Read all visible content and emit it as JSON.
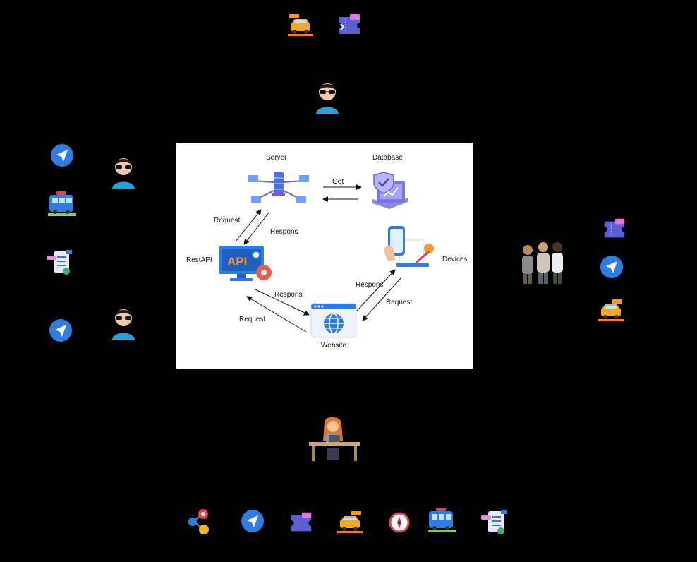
{
  "diagram": {
    "nodes": {
      "server": "Server",
      "database": "Database",
      "restapi": "RestAPI",
      "devices": "Devices",
      "website": "Website"
    },
    "edges": {
      "server_database_get": "Get",
      "restapi_server_request": "Request",
      "server_restapi_respons": "Respons",
      "restapi_website_respons": "Respons",
      "website_restapi_request": "Request",
      "website_devices_respons": "Respons",
      "devices_website_request": "Request"
    },
    "api_badge": "API"
  },
  "colors": {
    "background": "#000000",
    "panel": "#ffffff",
    "accent_blue": "#2f7de1",
    "accent_orange": "#f39a2b",
    "accent_purple": "#7b5cd6"
  }
}
